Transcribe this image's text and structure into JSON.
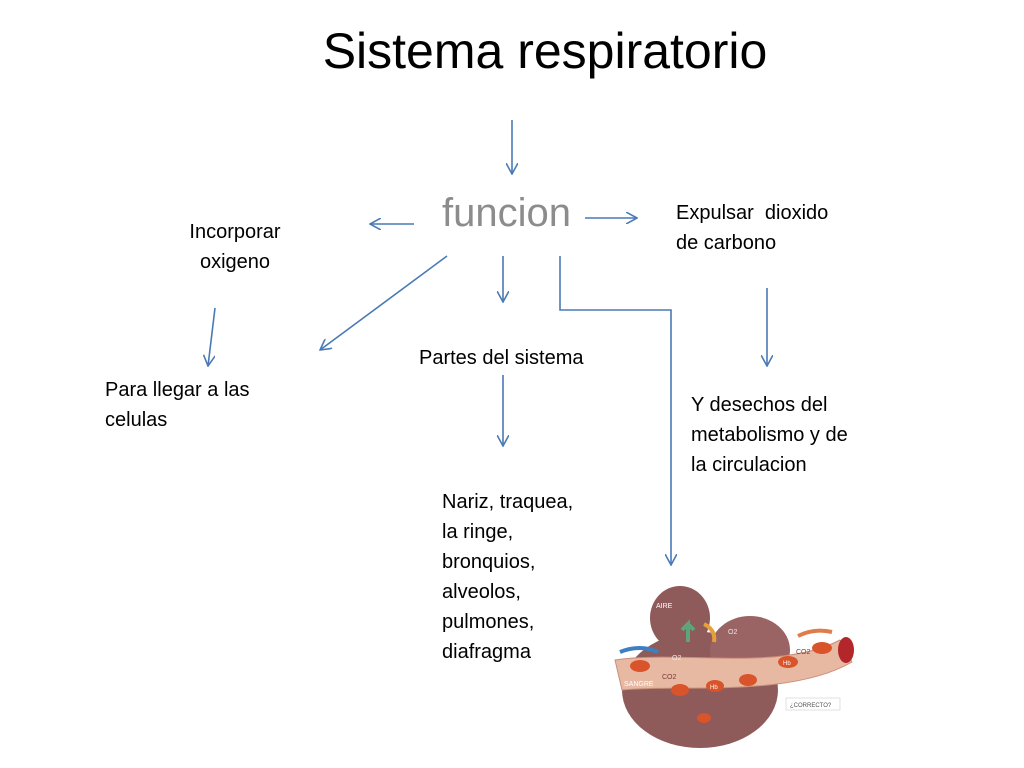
{
  "title": "Sistema respiratorio",
  "nodes": {
    "funcion": "funcion",
    "incorporar": [
      "Incorporar",
      "oxigeno"
    ],
    "expulsar": [
      "Expulsar  dioxido",
      "de carbono"
    ],
    "para_llegar": [
      "Para llegar a las",
      "celulas"
    ],
    "partes": "Partes del sistema",
    "desechos": [
      "Y desechos del",
      "metabolismo y de",
      "la circulacion"
    ],
    "nariz": [
      "Nariz, traquea,",
      "la ringe,",
      "bronquios,",
      "alveolos,",
      "pulmones,",
      "diafragma"
    ]
  },
  "illustration": {
    "labels": [
      "AIRE",
      "SANGRE",
      "¿CORRECTO?"
    ],
    "marks": [
      "O2",
      "CO2",
      "Hb"
    ]
  },
  "colors": {
    "arrow": "#4a7ab5",
    "funcion_text": "#8c8c8c",
    "alveolus": "#8e5a5a",
    "vessel": "#e7b8a2",
    "cell": "#d9532b"
  }
}
